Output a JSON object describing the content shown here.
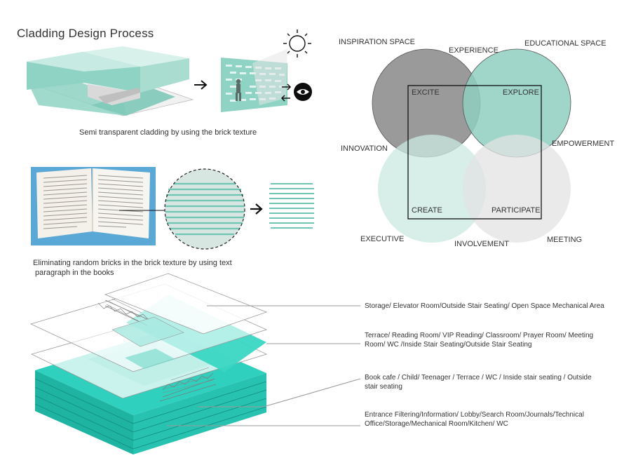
{
  "title": "Cladding Design Process",
  "captions": {
    "cladding": "Semi transparent cladding by using the brick texture",
    "books_line1": "Eliminating random bricks in the brick texture by using text",
    "books_line2": "paragraph in the books"
  },
  "venn": {
    "outer_labels": {
      "inspiration": "INSPIRATION SPACE",
      "experience": "EXPERIENCE",
      "educational": "EDUCATIONAL SPACE",
      "innovation": "INNOVATION",
      "empowerment": "EMPOWERMENT",
      "executive": "EXECUTIVE",
      "involvement": "INVOLVEMENT",
      "meeting": "MEETING"
    },
    "inner_labels": {
      "excite": "EXCITE",
      "explore": "EXPLORE",
      "create": "CREATE",
      "participate": "PARTICIPATE"
    },
    "colors": {
      "excite": "#8f8f8f",
      "explore": "#8ecfc0",
      "create": "#c9e8e1",
      "participate": "#e3e3e3"
    }
  },
  "layers": [
    "Storage/ Elevator Room/Outside Stair Seating/ Open Space Mechanical Area",
    "Terrace/ Reading Room/ VIP Reading/ Classroom/ Prayer Room/ Meeting Room/ WC /Inside Stair Seating/Outside Stair Seating",
    "Book cafe / Child/ Teenager / Terrace / WC / Inside stair seating / Outside stair seating",
    "Entrance Filtering/Information/ Lobby/Search Room/Journals/Technical Office/Storage/Mechanical Room/Kitchen/ WC"
  ],
  "icons": {
    "sun": "sun-icon",
    "eye": "eye-icon",
    "arrow": "arrow-right-icon"
  },
  "accent": "#2fd0bd"
}
